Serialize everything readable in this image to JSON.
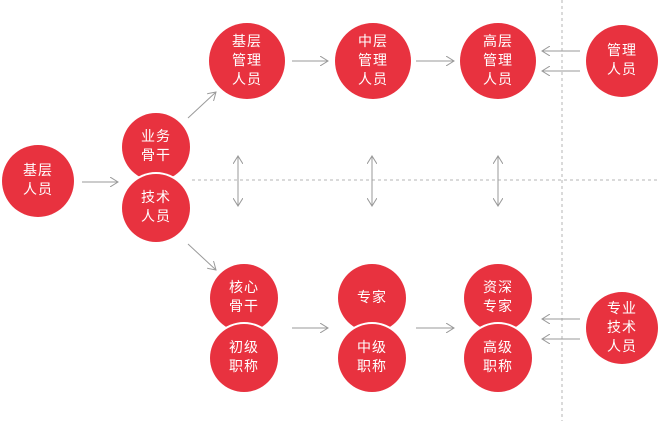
{
  "colors": {
    "node_fill": "#e8323f",
    "node_text": "#ffffff",
    "arrow": "#9a9a9a",
    "divider": "#b5b5b5"
  },
  "entry": {
    "label": "基层\n人员"
  },
  "branch": {
    "top_label": "业务\n骨干",
    "bottom_label": "技术\n人员"
  },
  "management_track": {
    "nodes": [
      "基层\n管理\n人员",
      "中层\n管理\n人员",
      "高层\n管理\n人员"
    ],
    "external": "管理\n人员"
  },
  "technical_track": {
    "top_nodes": [
      "核心\n骨干",
      "专家",
      "资深\n专家"
    ],
    "bottom_nodes": [
      "初级\n职称",
      "中级\n职称",
      "高级\n职称"
    ],
    "external": "专业\n技术\n人员"
  }
}
